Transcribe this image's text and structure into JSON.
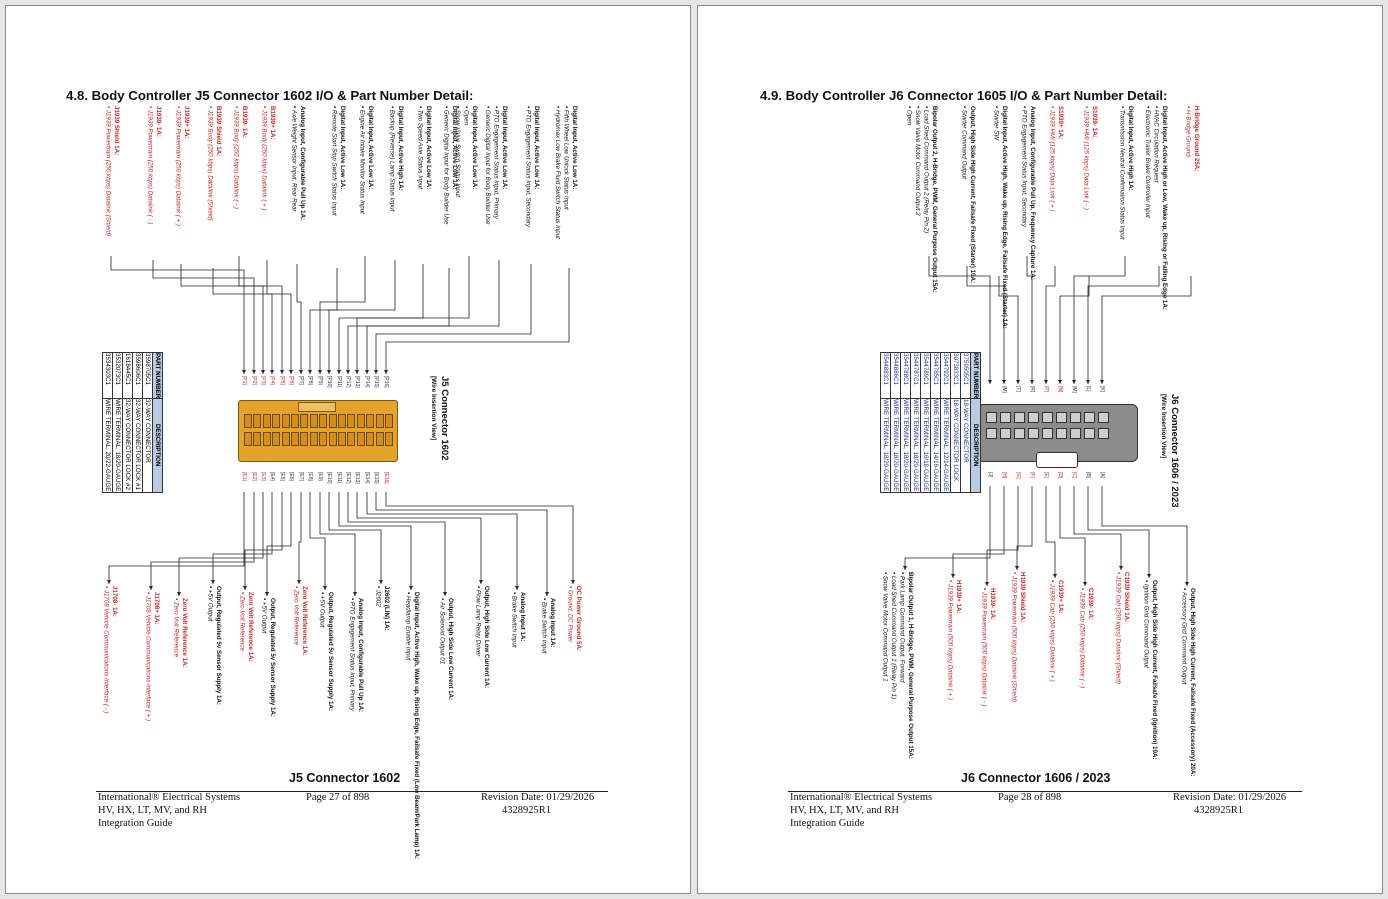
{
  "left": {
    "title": "4.8. Body Controller J5 Connector 1602 I/O & Part Number Detail:",
    "connector_title": "J5 Connector 1602",
    "connector_sub": "[Wire Insertion View]",
    "caption": "J5 Connector 1602",
    "top_columns": [
      {
        "head": "J1939 Shield 1A:",
        "items": [
          "J1939 Powertrain (250 kbps) Datalink (Shield)"
        ],
        "color": "red"
      },
      {
        "head": "J1939- 1A:",
        "items": [
          "J1939 Powertrain (250 kbps) Datalink ( - )"
        ],
        "color": "red"
      },
      {
        "head": "J1939+ 1A:",
        "items": [
          "J1939 Powertrain (250 kbps) Datalink ( + )"
        ],
        "color": "red"
      },
      {
        "head": "B1939 Shield 1A:",
        "items": [
          "J1939 Body (250 kbps) Datalink (Shield)"
        ],
        "color": "red"
      },
      {
        "head": "B1939- 1A:",
        "items": [
          "J1939 Body (250 kbps) Datalink ( - )"
        ],
        "color": "red"
      },
      {
        "head": "B1939+ 1A:",
        "items": [
          "J1939 Body (250 kbps) Datalink ( + )"
        ],
        "color": "red"
      },
      {
        "head": "Analog Input, Configurable Pull Up 1A:",
        "items": [
          "Axle Weight Sensor Input, Rear Rear"
        ],
        "color": "blk"
      },
      {
        "head": "Digital Input, Active Low 1A:",
        "items": [
          "Remote Start Stop Switch Status Input"
        ],
        "color": "blk"
      },
      {
        "head": "Digital Input, Active Low 1A:",
        "items": [
          "Engine Air Intake Monitor Status Input"
        ],
        "color": "blk"
      },
      {
        "head": "Digital Input, Active High 1A:",
        "items": [
          "Backup (Reverse) Lamp Status Input"
        ],
        "color": "blk"
      },
      {
        "head": "Digital Input, Active Low 1A:",
        "items": [
          "Two Speed Axle Status Input"
        ],
        "color": "blk"
      },
      {
        "head": "Digital Input, Active Low 1A:",
        "items": [
          "Generic Digital Input for Body Builder Use"
        ],
        "color": "blk"
      },
      {
        "head": "Digital Input, Active Low 1A:",
        "items": [
          "Open",
          "Snow Valve Switch Status Input"
        ],
        "color": "blk"
      },
      {
        "head": "Digital Input, Active Low 1A:",
        "items": [
          "PTO Engagement Status Input, Primary",
          "Generic Digital Input for Body Builder Use"
        ],
        "color": "blk"
      },
      {
        "head": "Digital Input, Active Low 1A:",
        "items": [
          "PTO Engagement Status Input, Secondary"
        ],
        "color": "blk"
      },
      {
        "head": "Digital Input, Active Low 1A:",
        "items": [
          "Fifth Wheel Low Unlock Status Input",
          "Hydromax Low Brake Fluid Switch Status Input"
        ],
        "color": "blk"
      }
    ],
    "top_pins": [
      "[P1]",
      "[P2]",
      "[P3]",
      "[P4]",
      "[P5]",
      "[P6]",
      "[P7]",
      "[P8]",
      "[P9]",
      "[P10]",
      "[P11]",
      "[P12]",
      "[P13]",
      "[P14]",
      "[P15]",
      "[P16]"
    ],
    "bottom_pins": [
      "[E1]",
      "[E2]",
      "[E3]",
      "[E4]",
      "[E5]",
      "[E6]",
      "[E7]",
      "[E8]",
      "[E9]",
      "[E10]",
      "[E11]",
      "[E12]",
      "[E13]",
      "[E14]",
      "[E15]",
      "[E16]"
    ],
    "bottom_columns": [
      {
        "head": "J1708- 1A:",
        "items": [
          "J1708 Vehicle Communications Interface ( - )"
        ],
        "color": "red"
      },
      {
        "head": "J1708+ 1A:",
        "items": [
          "J1708 Vehicle Communications Interface ( + )"
        ],
        "color": "red"
      },
      {
        "head": "Zero Volt Reference 1A:",
        "items": [
          "Zero Volt Reference"
        ],
        "color": "red"
      },
      {
        "head": "Output, Regulated 5v Sensor Supply 1A:",
        "items": [
          "+5V Output"
        ],
        "color": "blk"
      },
      {
        "head": "Zero Volt Reference 1A:",
        "items": [
          "Zero Volt Reference"
        ],
        "color": "red"
      },
      {
        "head": "Output, Regulated 5v Sensor Supply 1A:",
        "items": [
          "+5V Output"
        ],
        "color": "blk"
      },
      {
        "head": "Zero Volt Reference 1A:",
        "items": [
          "Zero Volt Reference"
        ],
        "color": "red"
      },
      {
        "head": "Output, Regulated 5v Sensor Supply 1A:",
        "items": [
          "+5V Output"
        ],
        "color": "blk"
      },
      {
        "head": "Analog Input, Configurable Pull Up 1A:",
        "items": [
          "PTO Engagement Status Input, Primary"
        ],
        "color": "blk"
      },
      {
        "head": "J2602 (LIN) 1A:",
        "items": [
          "J2602"
        ],
        "color": "blk"
      },
      {
        "head": "Digital Input, Active High, Wake up, Rising Edge, Failsafe Fixed (Low Beam/Park Lamp) 1A:",
        "items": [
          "Headlamp Enable Input"
        ],
        "color": "blk"
      },
      {
        "head": "Output, High Side Low Current 1A:",
        "items": [
          "Air Solenoid Output 01"
        ],
        "color": "blk"
      },
      {
        "head": "Output, High Side Low Current 1A:",
        "items": [
          "Plow Lamp Relay Driver"
        ],
        "color": "blk"
      },
      {
        "head": "Analog Input 1A:",
        "items": [
          "Brake Switch Input"
        ],
        "color": "blk"
      },
      {
        "head": "Analog Input 1A:",
        "items": [
          "Brake Switch Input"
        ],
        "color": "blk"
      },
      {
        "head": "DC Power Ground 5A:",
        "items": [
          "Ground, DC Power"
        ],
        "color": "red"
      }
    ],
    "parts_header": [
      "PART NUMBER",
      "DESCRIPTION"
    ],
    "parts": [
      [
        "3598705C1",
        "32-WAY CONNECTOR"
      ],
      [
        "3598606C1",
        "32-WAY CONNECTOR LOCK #1"
      ],
      [
        "1618445C1",
        "32-WAY CONNECTOR LOCK #2"
      ],
      [
        "3532073C1",
        "WIRE TERMINAL, 18/20-GAUGE"
      ],
      [
        "3534303C1",
        "WIRE TERMINAL, 20/22-GAUGE"
      ]
    ],
    "footer": {
      "guide": "International® Electrical Systems HV, HX, LT, MV, and RH Integration Guide",
      "page": "Page 27 of 898",
      "rev": "Revision Date: 01/29/2026",
      "doc": "4328925R1"
    }
  },
  "right": {
    "title": "4.9. Body Controller J6 Connector 1605 I/O & Part Number Detail:",
    "connector_title": "J6 Connector 1606 / 2023",
    "connector_sub": "[Wire Insertion View]",
    "caption": "J6 Connector 1606 / 2023",
    "top_columns": [
      {
        "head": "Bipolar Output 2, H-Bridge, PWM, General Purpose Output 15A:",
        "items": [
          "Load Shed Command Output 2 (Relay Pin 2)",
          "Snow Valve Motor Command Output 2",
          "Open"
        ],
        "color": "blk"
      },
      {
        "head": "Output, High Side High Current, Failsafe Fixed (Starter) 10A:",
        "items": [
          "Starter Command Output"
        ],
        "color": "blk"
      },
      {
        "head": "Digital Input, Active High, Wake up, Rising Edge, Failsafe Fixed (Starter) 1A:",
        "items": [
          "Starter SW"
        ],
        "color": "blk"
      },
      {
        "head": "Analog Input, Configurable Pull Up, Frequency Capture 1A:",
        "items": [
          "PTO Engagement Status Input, Secondary"
        ],
        "color": "blk"
      },
      {
        "head": "S1939+ 1A:",
        "items": [
          "J1939 HMI (125 kbps) Data Link ( + )"
        ],
        "color": "red"
      },
      {
        "head": "S1939- 1A:",
        "items": [
          "J1939 HMI (125 kbps) Data Link ( - )"
        ],
        "color": "red"
      },
      {
        "head": "Digital Input, Active High 1A:",
        "items": [
          "Transmission Neutral Confirmation Status Input"
        ],
        "color": "blk"
      },
      {
        "head": "Digital Input, Active High or Low, Wake up, Rising or Falling Edge 1A:",
        "items": [
          "HVAC Circulation Request",
          "Electronic Trailer Brake Controller Input"
        ],
        "color": "blk"
      },
      {
        "head": "H-Bridge Ground 25A:",
        "items": [
          "H-Bridge Ground"
        ],
        "color": "red"
      }
    ],
    "top_pins": [
      "[M]",
      "[T]",
      "[R]",
      "[P]",
      "[N]",
      "[M]",
      "[L]",
      "[K]"
    ],
    "bottom_pins": [
      "[J]",
      "[H]",
      "[G]",
      "[F]",
      "[E]",
      "[D]",
      "[C]",
      "[B]",
      "[A]"
    ],
    "bottom_columns": [
      {
        "head": "Bipolar Output 1, H-Bridge, PWM, General Purpose Output 15A:",
        "items": [
          "Park Lamp Command Output, Forward",
          "Load Shed Command Output 1 (Relay Pin 1)",
          "Snow Valve Motor Command Output 1"
        ],
        "color": "blk"
      },
      {
        "head": "H1939+ 1A:",
        "items": [
          "J1939 Powertrain (500 kbps) Datalink ( + )"
        ],
        "color": "red"
      },
      {
        "head": "H1939- 1A:",
        "items": [
          "J1939 Powertrain (500 kbps) Datalink ( - )"
        ],
        "color": "red"
      },
      {
        "head": "H1939 Shield 1A:",
        "items": [
          "J1939 Powertrain (500 kbps) Datalink (Shield)"
        ],
        "color": "red"
      },
      {
        "head": "C1939+ 1A:",
        "items": [
          "J1939 Cab (250 kbps) Datalink ( + )"
        ],
        "color": "red"
      },
      {
        "head": "C1939- 1A:",
        "items": [
          "J1939 Cab (250 kbps) Datalink ( - )"
        ],
        "color": "red"
      },
      {
        "head": "C1939 Shield 1A:",
        "items": [
          "J1939 Cab (250 kbps) Datalink (Shield)"
        ],
        "color": "red"
      },
      {
        "head": "Output, High Side High Current, Failsafe Fixed (Ignition) 10A:",
        "items": [
          "Ignition Grid Command Output"
        ],
        "color": "blk"
      },
      {
        "head": "Output, High Side High Current, Failsafe Fixed (Accessory) 20A:",
        "items": [
          "Accessory Grid Command Output"
        ],
        "color": "blk"
      }
    ],
    "parts_header": [
      "PART NUMBER",
      "DESCRIPTION"
    ],
    "parts": [
      [
        "3759505C1",
        "18-WAY CONNECTOR"
      ],
      [
        "3073833C1",
        "18-WAY CONNECTOR LOCK"
      ],
      [
        "3544792C1",
        "WIRE TERMINAL, 12/14-GAUGE"
      ],
      [
        "3544785C1",
        "WIRE TERMINAL, 14/16-GAUGE"
      ],
      [
        "3544789C1",
        "WIRE TERMINAL, 16/18-GAUGE"
      ],
      [
        "3544787C1",
        "WIRE TERMINAL, 18/20-GAUGE"
      ],
      [
        "3544788C1",
        "WIRE TERMINAL, 18/20-GAUGE"
      ],
      [
        "3544886C1",
        "WIRE TERMINAL, 18/20-GAUGE"
      ],
      [
        "3544883C1",
        "WIRE TERMINAL, 18/20-GAUGE"
      ]
    ],
    "footer": {
      "guide": "International® Electrical Systems HV, HX, LT, MV, and RH Integration Guide",
      "page": "Page 28 of 898",
      "rev": "Revision Date: 01/29/2026",
      "doc": "4328925R1"
    }
  },
  "colors": {
    "red": "#d21f1f",
    "connector_orange": "#e5a32a",
    "connector_gray": "#8c8c8c",
    "table_header": "#b8cce4"
  }
}
